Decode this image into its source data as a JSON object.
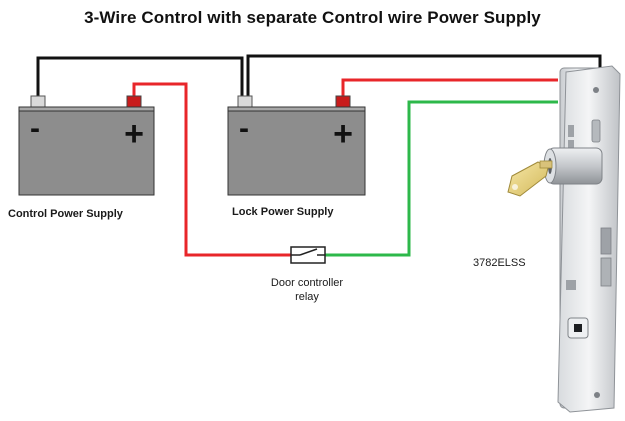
{
  "title": "3-Wire Control with separate Control wire Power Supply",
  "batteries": {
    "control": {
      "label": "Control Power Supply",
      "neg": "-",
      "pos": "+"
    },
    "lock": {
      "label": "Lock Power Supply",
      "neg": "-",
      "pos": "+"
    }
  },
  "relay": {
    "label_line1": "Door controller",
    "label_line2": "relay"
  },
  "lock_device": {
    "model": "3782ELSS"
  },
  "colors": {
    "wire_black": "#111111",
    "wire_red": "#e8262a",
    "wire_green": "#2db84a",
    "battery_body": "#8d8d8d",
    "battery_top": "#a7a7a7",
    "terminal_neg": "#d9d9d9",
    "terminal_pos": "#c81b1b"
  }
}
